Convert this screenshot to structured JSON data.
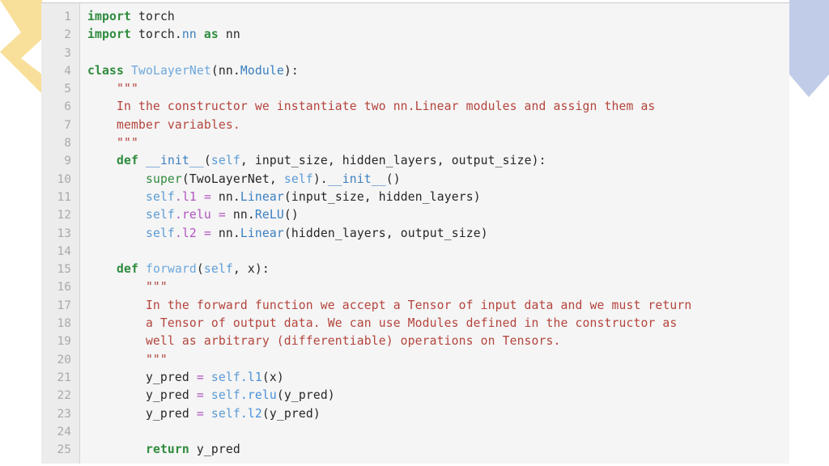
{
  "decorations": {
    "yellow_chevron": {
      "name": "yellow-chevron",
      "color": "#f8e09a"
    },
    "blue_chevron": {
      "name": "blue-chevron",
      "color": "#c1cde8"
    }
  },
  "code_block": {
    "background": "#f5f5f5",
    "gutter_background": "#ececec",
    "gutter_text_color": "#aaaaaa",
    "language": "python",
    "line_numbers": [
      1,
      2,
      3,
      4,
      5,
      6,
      7,
      8,
      9,
      10,
      11,
      12,
      13,
      14,
      15,
      16,
      17,
      18,
      19,
      20,
      21,
      22,
      23,
      24,
      25
    ],
    "lines": [
      {
        "n": 1,
        "tokens": [
          {
            "t": "import",
            "c": "kw"
          },
          {
            "t": " torch",
            "c": "plain"
          }
        ]
      },
      {
        "n": 2,
        "tokens": [
          {
            "t": "import",
            "c": "kw"
          },
          {
            "t": " torch.",
            "c": "plain"
          },
          {
            "t": "nn",
            "c": "ns"
          },
          {
            "t": " ",
            "c": "plain"
          },
          {
            "t": "as",
            "c": "kw"
          },
          {
            "t": " nn",
            "c": "plain"
          }
        ]
      },
      {
        "n": 3,
        "tokens": []
      },
      {
        "n": 4,
        "tokens": [
          {
            "t": "class",
            "c": "kw"
          },
          {
            "t": " ",
            "c": "plain"
          },
          {
            "t": "TwoLayerNet",
            "c": "class"
          },
          {
            "t": "(nn.",
            "c": "plain"
          },
          {
            "t": "Module",
            "c": "type"
          },
          {
            "t": "):",
            "c": "plain"
          }
        ]
      },
      {
        "n": 5,
        "tokens": [
          {
            "t": "    \"\"\"",
            "c": "str"
          }
        ]
      },
      {
        "n": 6,
        "tokens": [
          {
            "t": "    In the constructor we instantiate two nn.Linear modules and assign them as",
            "c": "str"
          }
        ]
      },
      {
        "n": 7,
        "tokens": [
          {
            "t": "    member variables.",
            "c": "str"
          }
        ]
      },
      {
        "n": 8,
        "tokens": [
          {
            "t": "    \"\"\"",
            "c": "str"
          }
        ]
      },
      {
        "n": 9,
        "tokens": [
          {
            "t": "    ",
            "c": "plain"
          },
          {
            "t": "def",
            "c": "kw"
          },
          {
            "t": " ",
            "c": "plain"
          },
          {
            "t": "__init__",
            "c": "dunder"
          },
          {
            "t": "(",
            "c": "plain"
          },
          {
            "t": "self",
            "c": "self"
          },
          {
            "t": ", input_size, hidden_layers, output_size):",
            "c": "plain"
          }
        ]
      },
      {
        "n": 10,
        "tokens": [
          {
            "t": "        ",
            "c": "plain"
          },
          {
            "t": "super",
            "c": "builtin"
          },
          {
            "t": "(TwoLayerNet, ",
            "c": "plain"
          },
          {
            "t": "self",
            "c": "self"
          },
          {
            "t": ").",
            "c": "plain"
          },
          {
            "t": "__init__",
            "c": "dunder"
          },
          {
            "t": "()",
            "c": "plain"
          }
        ]
      },
      {
        "n": 11,
        "tokens": [
          {
            "t": "        ",
            "c": "plain"
          },
          {
            "t": "self",
            "c": "self"
          },
          {
            "t": ".",
            "c": "attr"
          },
          {
            "t": "l1",
            "c": "attr"
          },
          {
            "t": " ",
            "c": "plain"
          },
          {
            "t": "=",
            "c": "op"
          },
          {
            "t": " nn.",
            "c": "plain"
          },
          {
            "t": "Linear",
            "c": "type"
          },
          {
            "t": "(input_size, hidden_layers)",
            "c": "plain"
          }
        ]
      },
      {
        "n": 12,
        "tokens": [
          {
            "t": "        ",
            "c": "plain"
          },
          {
            "t": "self",
            "c": "self"
          },
          {
            "t": ".",
            "c": "attr"
          },
          {
            "t": "relu",
            "c": "attr"
          },
          {
            "t": " ",
            "c": "plain"
          },
          {
            "t": "=",
            "c": "op"
          },
          {
            "t": " nn.",
            "c": "plain"
          },
          {
            "t": "ReLU",
            "c": "type"
          },
          {
            "t": "()",
            "c": "plain"
          }
        ]
      },
      {
        "n": 13,
        "tokens": [
          {
            "t": "        ",
            "c": "plain"
          },
          {
            "t": "self",
            "c": "self"
          },
          {
            "t": ".",
            "c": "attr"
          },
          {
            "t": "l2",
            "c": "attr"
          },
          {
            "t": " ",
            "c": "plain"
          },
          {
            "t": "=",
            "c": "op"
          },
          {
            "t": " nn.",
            "c": "plain"
          },
          {
            "t": "Linear",
            "c": "type"
          },
          {
            "t": "(hidden_layers, output_size)",
            "c": "plain"
          }
        ]
      },
      {
        "n": 14,
        "tokens": []
      },
      {
        "n": 15,
        "tokens": [
          {
            "t": "    ",
            "c": "plain"
          },
          {
            "t": "def",
            "c": "kw"
          },
          {
            "t": " ",
            "c": "plain"
          },
          {
            "t": "forward",
            "c": "class"
          },
          {
            "t": "(",
            "c": "plain"
          },
          {
            "t": "self",
            "c": "self"
          },
          {
            "t": ", x):",
            "c": "plain"
          }
        ]
      },
      {
        "n": 16,
        "tokens": [
          {
            "t": "        \"\"\"",
            "c": "str"
          }
        ]
      },
      {
        "n": 17,
        "tokens": [
          {
            "t": "        In the forward function we accept a Tensor of input data and we must return",
            "c": "str"
          }
        ]
      },
      {
        "n": 18,
        "tokens": [
          {
            "t": "        a Tensor of output data. We can use Modules defined in the constructor as",
            "c": "str"
          }
        ]
      },
      {
        "n": 19,
        "tokens": [
          {
            "t": "        well as arbitrary (differentiable) operations on Tensors.",
            "c": "str"
          }
        ]
      },
      {
        "n": 20,
        "tokens": [
          {
            "t": "        \"\"\"",
            "c": "str"
          }
        ]
      },
      {
        "n": 21,
        "tokens": [
          {
            "t": "        y_pred ",
            "c": "plain"
          },
          {
            "t": "=",
            "c": "op"
          },
          {
            "t": " ",
            "c": "plain"
          },
          {
            "t": "self",
            "c": "self"
          },
          {
            "t": ".",
            "c": "meth"
          },
          {
            "t": "l1",
            "c": "meth"
          },
          {
            "t": "(x)",
            "c": "plain"
          }
        ]
      },
      {
        "n": 22,
        "tokens": [
          {
            "t": "        y_pred ",
            "c": "plain"
          },
          {
            "t": "=",
            "c": "op"
          },
          {
            "t": " ",
            "c": "plain"
          },
          {
            "t": "self",
            "c": "self"
          },
          {
            "t": ".",
            "c": "meth"
          },
          {
            "t": "relu",
            "c": "meth"
          },
          {
            "t": "(y_pred)",
            "c": "plain"
          }
        ]
      },
      {
        "n": 23,
        "tokens": [
          {
            "t": "        y_pred ",
            "c": "plain"
          },
          {
            "t": "=",
            "c": "op"
          },
          {
            "t": " ",
            "c": "plain"
          },
          {
            "t": "self",
            "c": "self"
          },
          {
            "t": ".",
            "c": "meth"
          },
          {
            "t": "l2",
            "c": "meth"
          },
          {
            "t": "(y_pred)",
            "c": "plain"
          }
        ]
      },
      {
        "n": 24,
        "tokens": []
      },
      {
        "n": 25,
        "tokens": [
          {
            "t": "        ",
            "c": "plain"
          },
          {
            "t": "return",
            "c": "kw"
          },
          {
            "t": " y_pred",
            "c": "plain"
          }
        ]
      }
    ]
  }
}
